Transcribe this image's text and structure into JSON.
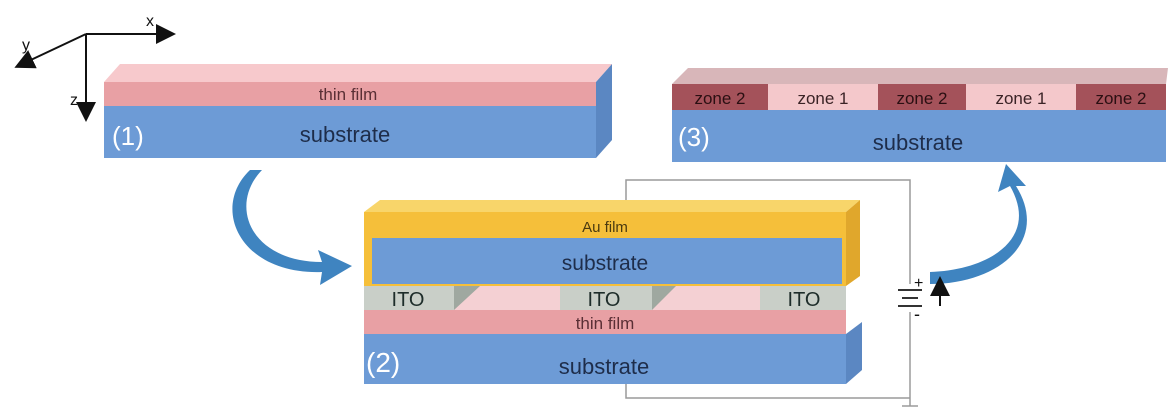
{
  "axes": {
    "x": "x",
    "y": "y",
    "z": "z"
  },
  "panel1": {
    "step": "(1)",
    "film_label": "thin film",
    "substrate_label": "substrate"
  },
  "panel2": {
    "step": "(2)",
    "au_label": "Au film",
    "top_substrate_label": "substrate",
    "ito_labels": [
      "ITO",
      "ITO",
      "ITO"
    ],
    "film_label": "thin film",
    "bottom_substrate_label": "substrate"
  },
  "panel3": {
    "step": "(3)",
    "zones": [
      "zone 2",
      "zone 1",
      "zone 2",
      "zone 1",
      "zone 2"
    ],
    "substrate_label": "substrate"
  },
  "circuit": {
    "plus": "+",
    "minus": "-"
  },
  "colors": {
    "substrate": "#6d9bd6",
    "substrate_side": "#5b87c2",
    "thin_film": "#e8a0a4",
    "thin_film_top": "#f7c9cc",
    "au_film": "#f5bf3a",
    "ito": "#c9cfc8",
    "zone2": "#a4525a",
    "zone1": "#f4c8cb",
    "arrow": "#3f84c0",
    "wire": "#9a9a9a"
  }
}
